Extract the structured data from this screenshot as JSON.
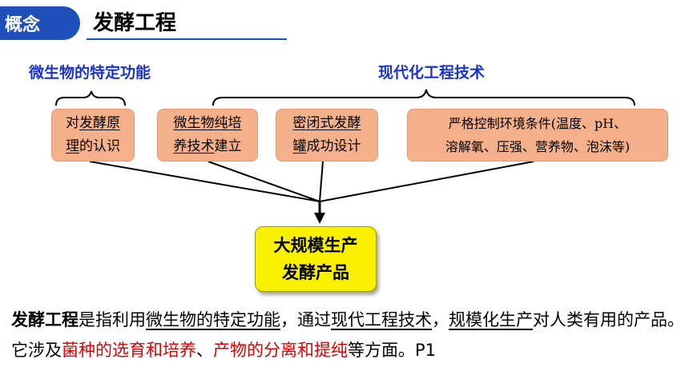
{
  "header": {
    "tab_label": "概念",
    "title": "发酵工程"
  },
  "categories": {
    "left": "微生物的特定功能",
    "right": "现代化工程技术"
  },
  "boxes": {
    "b1": {
      "line1_plain": "对",
      "line1_u": "发酵原",
      "line2_u": "理",
      "line2_plain": "的认识"
    },
    "b2": {
      "line1_u": "微生物纯培",
      "line2_u": "养技术",
      "line2_plain": "建立"
    },
    "b3": {
      "line1_u": "密闭式发酵",
      "line2_u": "罐",
      "line2_plain": "成功设计"
    },
    "b4": {
      "line1": "严格控制环境条件(温度、pH、",
      "line2": "溶解氧、压强、营养物、泡沫等)"
    }
  },
  "result": {
    "line1": "大规模生产",
    "line2": "发酵产品"
  },
  "paragraph": {
    "s1_bold": "发酵工程",
    "s2": "是指利用",
    "s3_u": "微生物的特定功能",
    "s4": "，通过",
    "s5_u": "现代工程技术",
    "s6": "，",
    "s7_u": "规模化生产",
    "s8": "对人类有用的产品。它涉及",
    "s9_red": "菌种的选育和培养",
    "s10": "、",
    "s11_red": "产物的分离和提纯",
    "s12": "等方面。P1"
  },
  "colors": {
    "header_blue": "#1f4fb8",
    "category_blue": "#1a33cc",
    "box_fill": "#f4b08a",
    "result_fill": "#f8f000",
    "highlight_red": "#e00000"
  }
}
